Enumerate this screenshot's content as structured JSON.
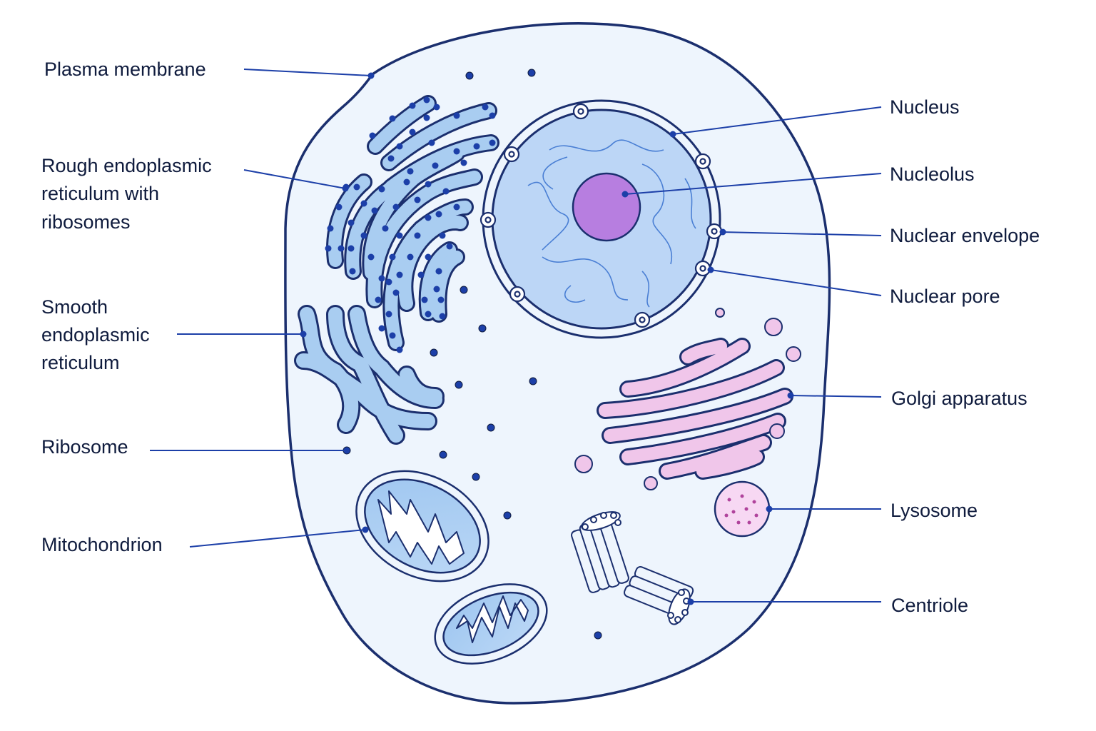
{
  "labels": {
    "plasma_membrane": "Plasma membrane",
    "rough_er": [
      "Rough endoplasmic",
      "reticulum with",
      "ribosomes"
    ],
    "smooth_er": [
      "Smooth",
      "endoplasmic",
      "reticulum"
    ],
    "ribosome": "Ribosome",
    "mitochondrion": "Mitochondrion",
    "nucleus": "Nucleus",
    "nucleolus": "Nucleolus",
    "nuclear_envelope": "Nuclear envelope",
    "nuclear_pore": "Nuclear pore",
    "golgi_apparatus": "Golgi apparatus",
    "lysosome": "Lysosome",
    "centriole": "Centriole"
  },
  "colors": {
    "outline": "#1b2f6e",
    "leader": "#1c3fa8",
    "cytoplasm": "#eef5fd",
    "organelle_blue": "#a9cdf1",
    "nucleus_fill": "#bcd6f6",
    "nucleolus_fill": "#b77ee0",
    "golgi_fill": "#f0c6ea",
    "lysosome_fill": "#f7d8f3"
  }
}
